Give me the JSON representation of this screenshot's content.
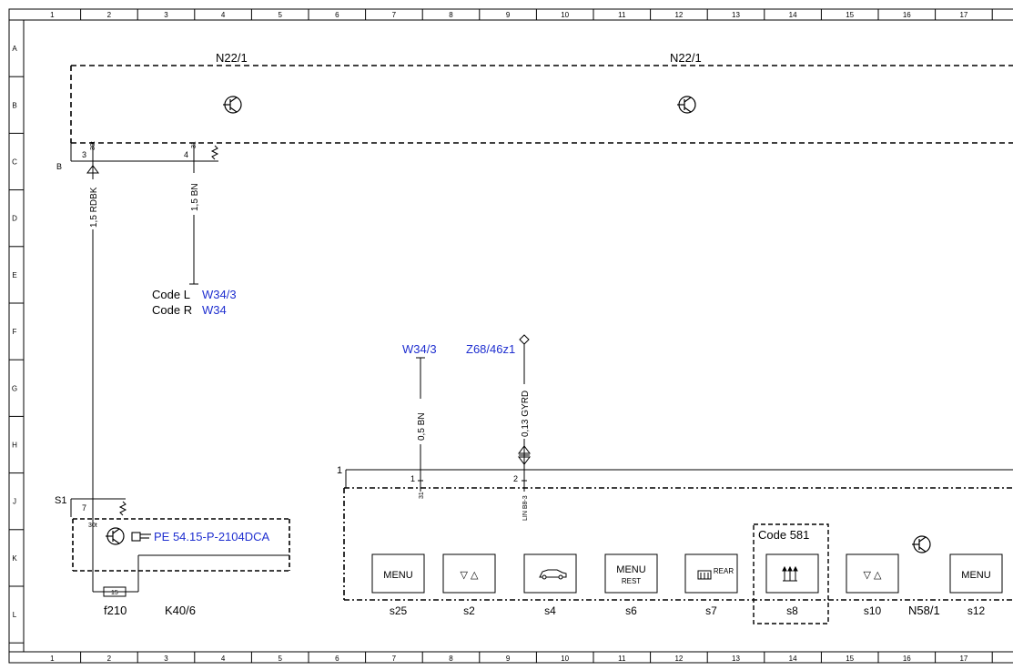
{
  "grid": {
    "columns": [
      "1",
      "2",
      "3",
      "4",
      "5",
      "6",
      "7",
      "8",
      "9",
      "10",
      "11",
      "12",
      "13",
      "14",
      "15",
      "16",
      "17"
    ],
    "rows": [
      "A",
      "B",
      "C",
      "D",
      "E",
      "F",
      "G",
      "H",
      "J",
      "K",
      "L"
    ]
  },
  "modules": {
    "n22_left": "N22/1",
    "n22_right": "N22/1",
    "k40": "K40/6",
    "n58": "N58/1"
  },
  "connectors": {
    "b": "B",
    "s1": "S1",
    "pin3": "3",
    "pin4": "4",
    "pin30t_a": "30t",
    "pin31_a": "31",
    "pin7": "7",
    "pin30t_b": "30t",
    "harness": "1",
    "pin1": "1",
    "pin31_b": "31",
    "pin2": "2",
    "lin": "LIN B8-3"
  },
  "wires": {
    "w1": "1,5 RDBK",
    "w2": "1,5 BN",
    "w3": "0,5 BN",
    "w4": "0,13 GYRD"
  },
  "codes": {
    "code_l": "Code L",
    "code_l_ref": "W34/3",
    "code_r": "Code R",
    "code_r_ref": "W34",
    "ground_ref": "W34/3",
    "z_ref": "Z68/46z1",
    "code581": "Code 581"
  },
  "fuse": {
    "value": "15",
    "label": "f210"
  },
  "pe_ref": "PE 54.15-P-2104DCA",
  "buttons": [
    {
      "text": "MENU",
      "sub": "",
      "label": "s25"
    },
    {
      "text": "▽ △",
      "sub": "",
      "label": "s2"
    },
    {
      "text": "",
      "sub": "",
      "label": "s4"
    },
    {
      "text": "MENU",
      "sub": "REST",
      "label": "s6"
    },
    {
      "text": "REAR",
      "sub": "",
      "label": "s7"
    },
    {
      "text": "",
      "sub": "",
      "label": "s8"
    },
    {
      "text": "▽ △",
      "sub": "",
      "label": "s10"
    },
    {
      "text": "MENU",
      "sub": "",
      "label": "s12"
    }
  ]
}
